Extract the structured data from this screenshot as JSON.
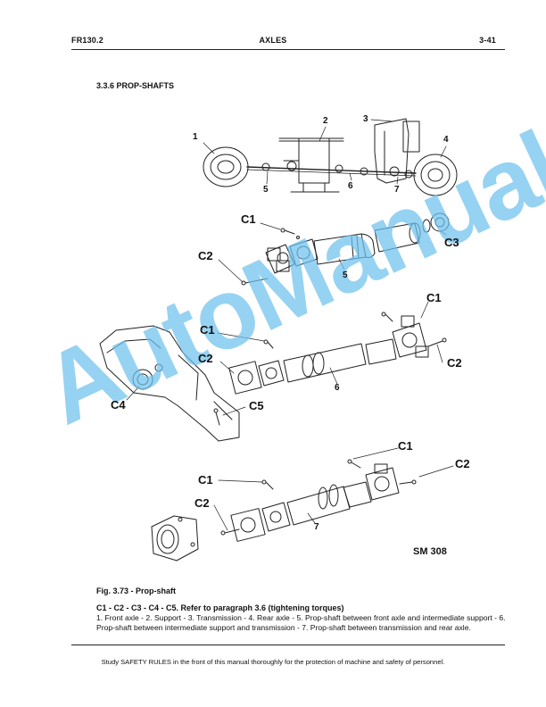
{
  "header": {
    "manual_code": "FR130.2",
    "chapter": "AXLES",
    "page": "3-41"
  },
  "section_title": "3.3.6 PROP-SHAFTS",
  "watermark": "AutoManual",
  "diagram": {
    "callouts": {
      "c1_a": "C1",
      "c1_b": "C1",
      "c1_c": "C1",
      "c1_d": "C1",
      "c1_e": "C1",
      "c2_a": "C2",
      "c2_b": "C2",
      "c2_c": "C2",
      "c2_d": "C2",
      "c2_e": "C2",
      "c3": "C3",
      "c4": "C4",
      "c5": "C5"
    },
    "numbers": {
      "n1": "1",
      "n2": "2",
      "n3": "3",
      "n4": "4",
      "n5_top": "5",
      "n6_top": "6",
      "n7_top": "7",
      "n5_shaft": "5",
      "n6_shaft": "6",
      "n7_shaft": "7"
    },
    "drawing_ref": "SM 308"
  },
  "caption": {
    "figure": "Fig. 3.73 - Prop-shaft",
    "torque_note": "C1 - C2 - C3 - C4 - C5. Refer to paragraph 3.6 (tightening torques)",
    "legend": "1. Front axle - 2. Support - 3. Transmission - 4. Rear axle - 5. Prop-shaft between front axle and intermediate support - 6. Prop-shaft between intermediate support and transmission - 7. Prop-shaft between transmission and rear axle."
  },
  "footer": "Study SAFETY RULES in the front of this manual thoroughly for the protection of machine and safety of personnel."
}
